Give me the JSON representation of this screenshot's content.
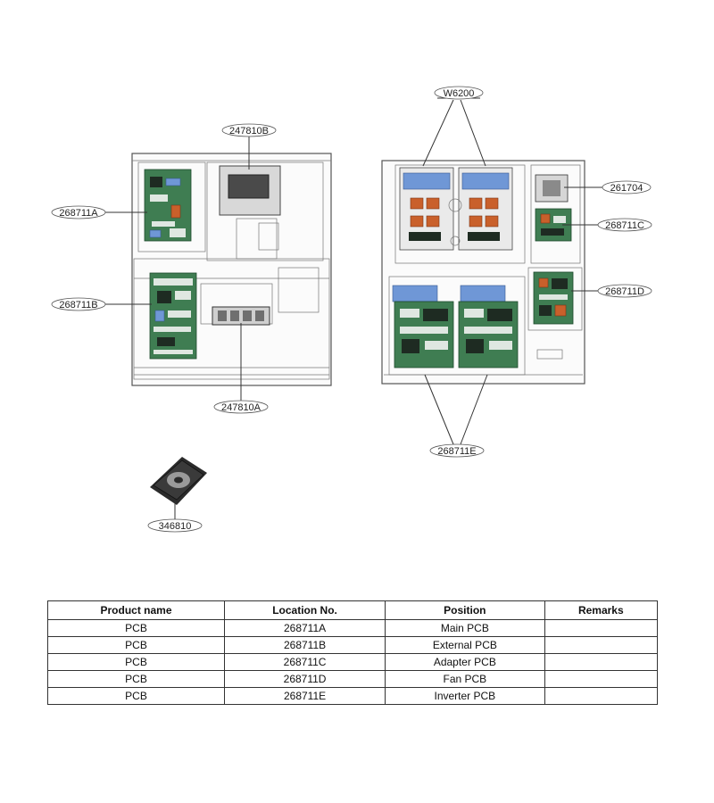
{
  "callouts": {
    "w6200": "W6200",
    "p247810B": "247810B",
    "p268711A": "268711A",
    "p268711B": "268711B",
    "p247810A": "247810A",
    "p261704": "261704",
    "p268711C": "268711C",
    "p268711D": "268711D",
    "p268711E": "268711E",
    "p346810": "346810"
  },
  "table": {
    "headers": [
      "Product name",
      "Location No.",
      "Position",
      "Remarks"
    ],
    "rows": [
      [
        "PCB",
        "268711A",
        "Main PCB",
        ""
      ],
      [
        "PCB",
        "268711B",
        "External PCB",
        ""
      ],
      [
        "PCB",
        "268711C",
        "Adapter PCB",
        ""
      ],
      [
        "PCB",
        "268711D",
        "Fan PCB",
        ""
      ],
      [
        "PCB",
        "268711E",
        "Inverter PCB",
        ""
      ]
    ]
  }
}
